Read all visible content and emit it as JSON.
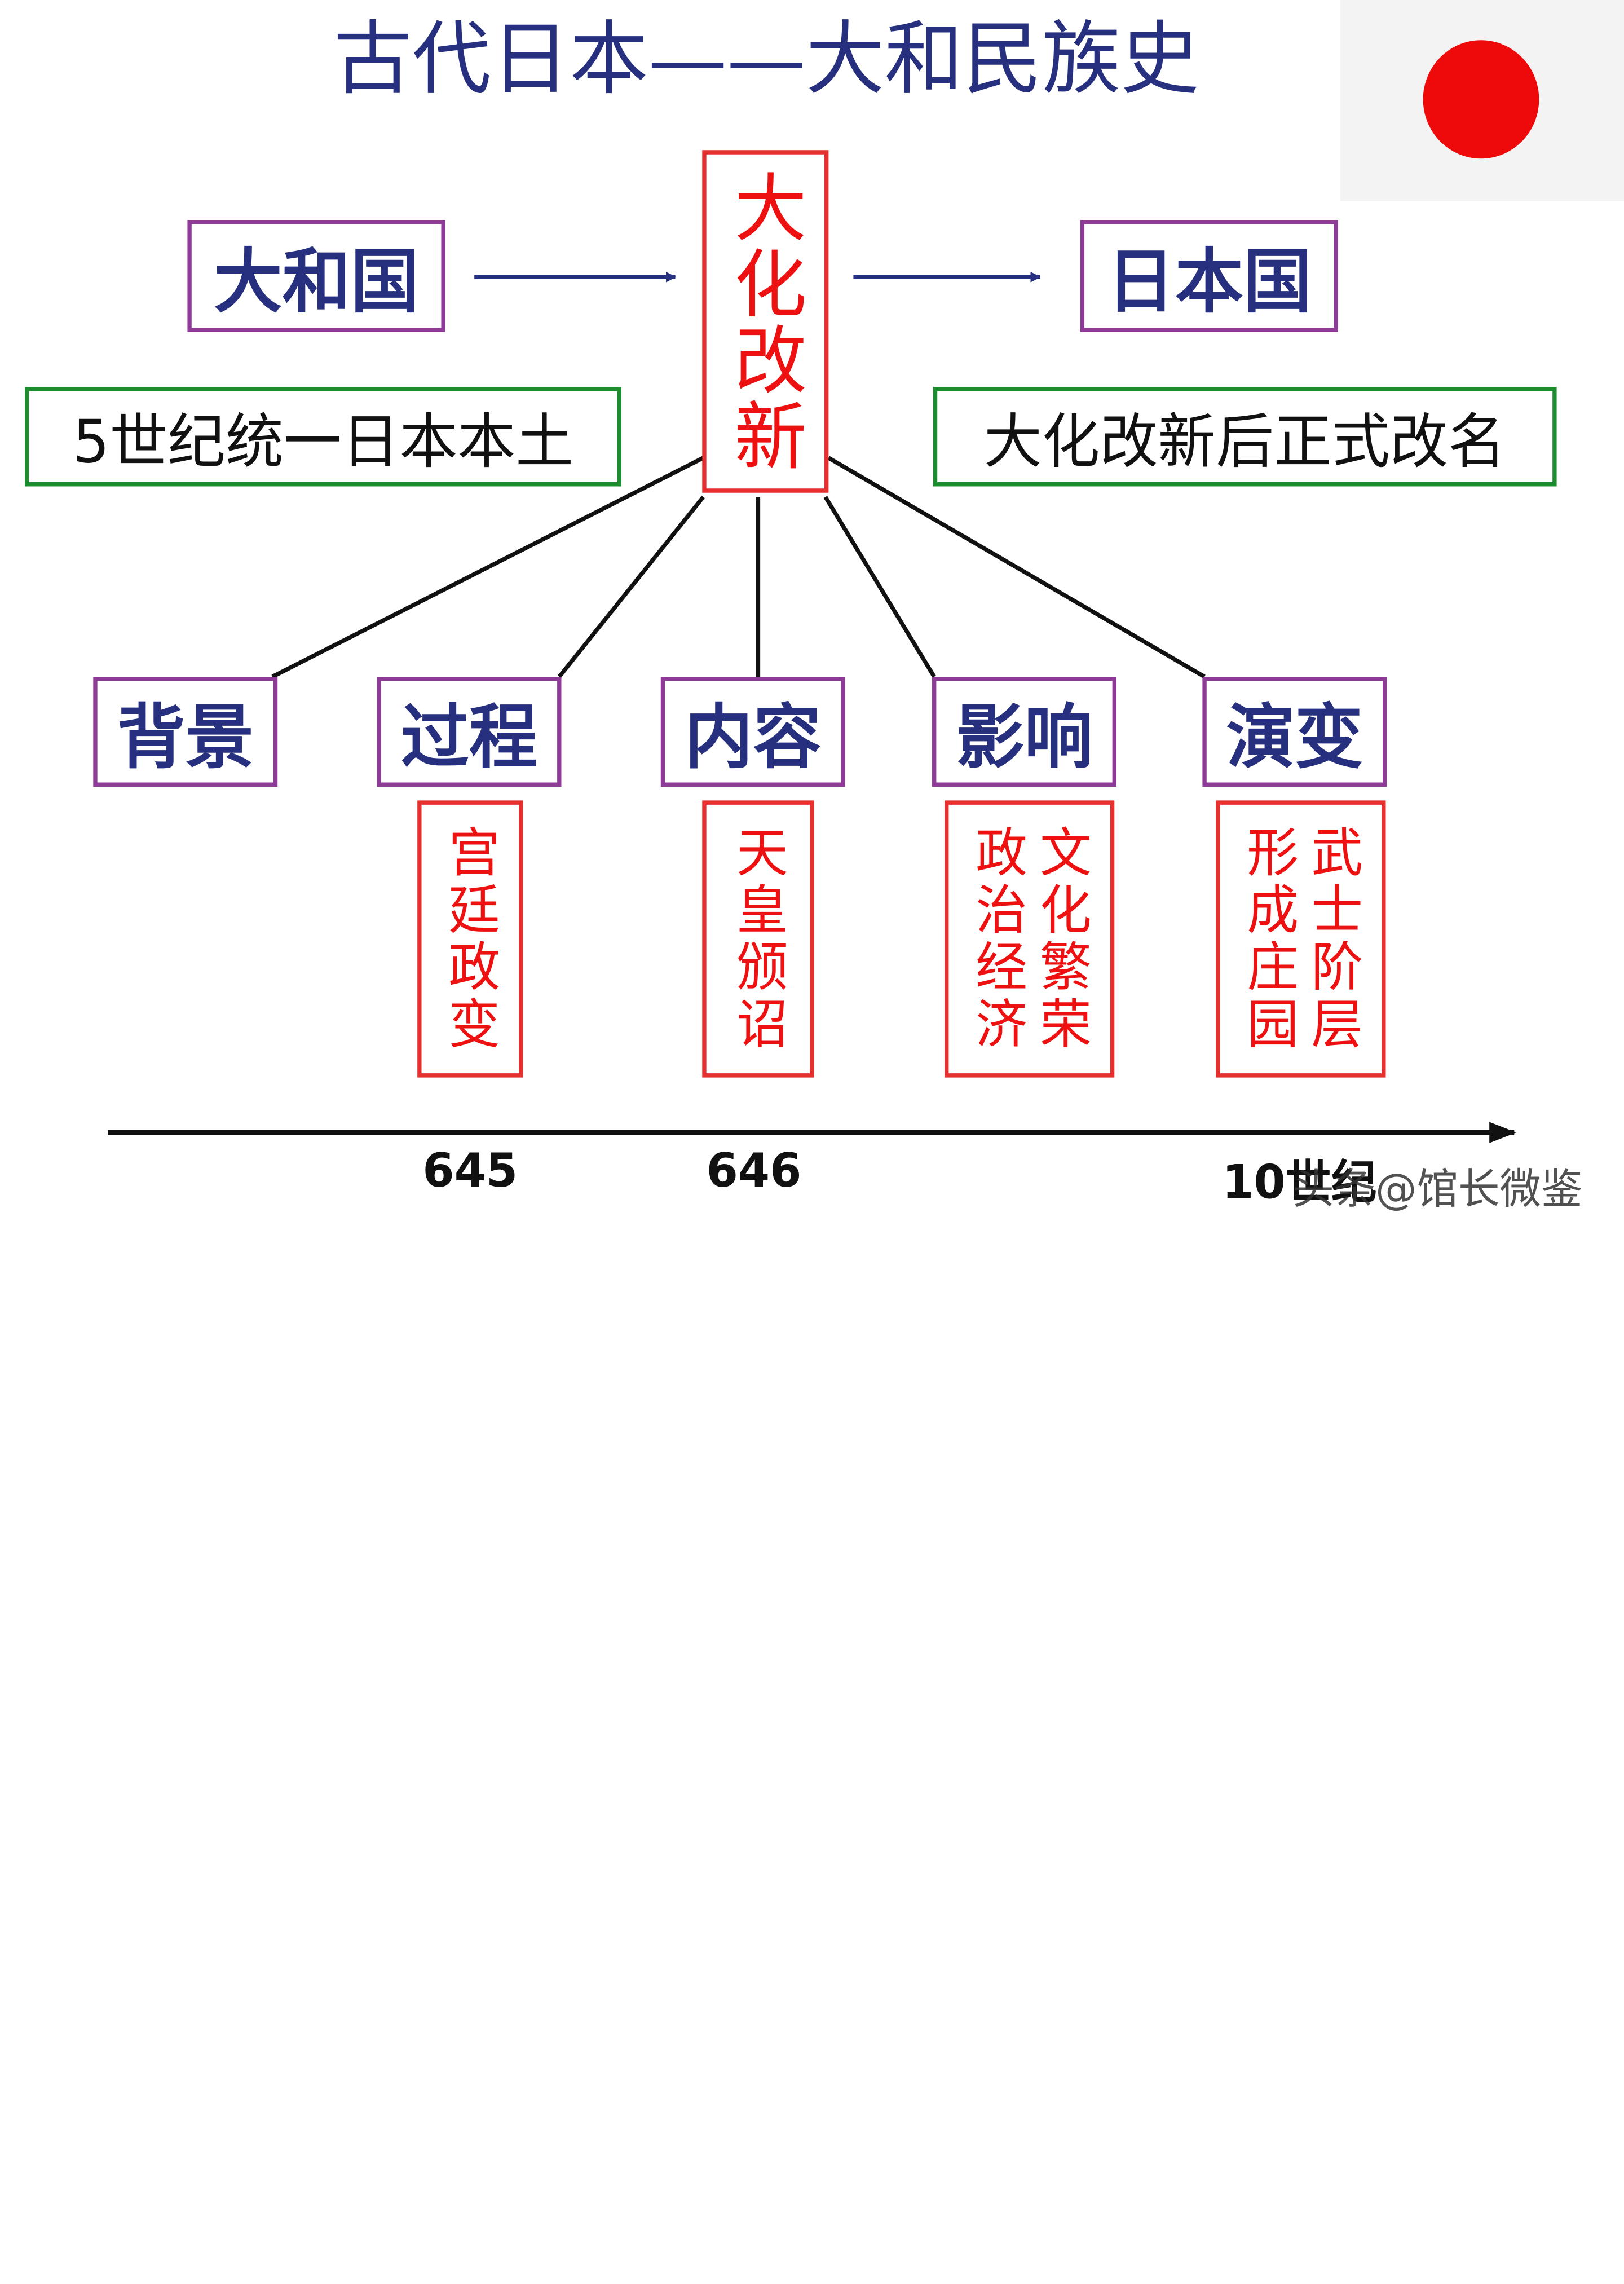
{
  "title": "古代日本——大和民族史",
  "colors": {
    "title": "#27307f",
    "purple_border": "#8d3b97",
    "green_border": "#1c8c2e",
    "red": "#e53030",
    "arrow": "#27307f",
    "flag_sun": "#ee0a0a"
  },
  "flag": {
    "icon": "japan-flag-icon"
  },
  "top_row": {
    "left_state": "大和国",
    "center": "大化改新",
    "right_state": "日本国"
  },
  "notes": {
    "left": "5世纪统一日本本土",
    "right": "大化改新后正式改名"
  },
  "branches": [
    "背景",
    "过程",
    "内容",
    "影响",
    "演变"
  ],
  "details": {
    "process": "宫廷政变",
    "content": "天皇颁诏",
    "impact": [
      "政治经济",
      "文化繁荣"
    ],
    "evolution": [
      "形成庄园",
      "武士阶层"
    ]
  },
  "timeline": {
    "years": [
      "645",
      "646",
      "10世纪"
    ]
  },
  "watermark": "头条@馆长微鉴"
}
